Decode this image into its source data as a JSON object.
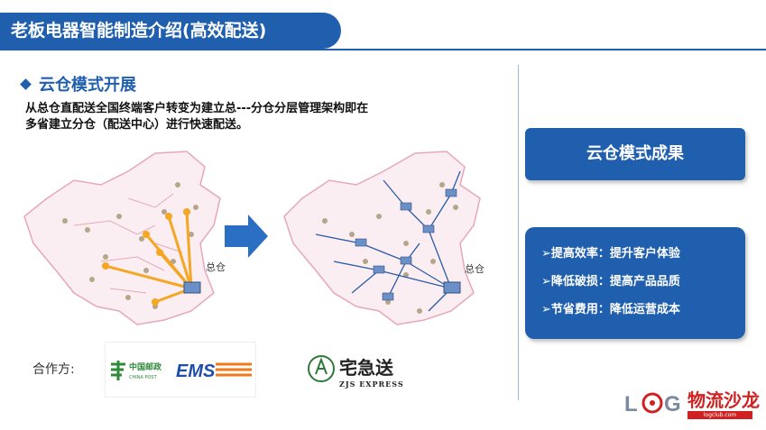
{
  "header": {
    "title": "老板电器智能制造介绍(高效配送)"
  },
  "section": {
    "heading": "云仓模式开展",
    "description_line1": "从总仓直配送全国终端客户转变为建立总---分仓分层管理架构即在",
    "description_line2": "多省建立分仓（配送中心）进行快速配送。"
  },
  "maps": {
    "left_label": "总仓",
    "right_label": "总仓"
  },
  "partners": {
    "label": "合作方:",
    "logo1_cn": "中国邮政",
    "logo1_en": "CHINA POST",
    "logo1_ems": "EMS",
    "logo2_cn": "宅急送",
    "logo2_en": "ZJS EXPRESS"
  },
  "results": {
    "heading": "云仓模式成果",
    "items": [
      "提高效率：提升客户体验",
      "降低破损：提高产品品质",
      "节省费用：降低运营成本"
    ]
  },
  "brand": {
    "log": "L G",
    "cn": "物流沙龙",
    "sub": "logclub.com"
  },
  "colors": {
    "primary": "#1f5fae",
    "arrow_orange": "#f5a623",
    "arrow_blue": "#2a5caa",
    "brand_red": "#d02020"
  }
}
